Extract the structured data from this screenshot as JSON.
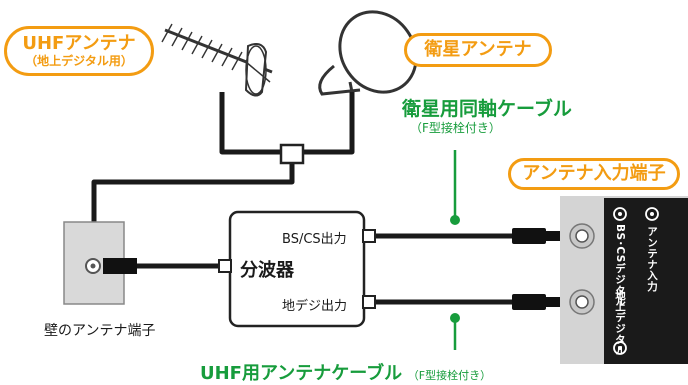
{
  "labels": {
    "uhf_antenna_title": "UHFアンテナ",
    "uhf_antenna_sub": "（地上デジタル用）",
    "sat_antenna": "衛星アンテナ",
    "sat_cable_title": "衛星用同軸ケーブル",
    "sat_cable_sub": "（F型接栓付き）",
    "antenna_input_terminal": "アンテナ入力端子",
    "wall_terminal": "壁のアンテナ端子",
    "splitter": "分波器",
    "bs_cs_out": "BS/CS出力",
    "terrestrial_out": "地デジ出力",
    "uhf_cable_title": "UHF用アンテナケーブル",
    "uhf_cable_sub": "（F型接栓付き）",
    "tv_panel_antenna_input": "アンテナ入力",
    "tv_panel_bs_cs": "BS･CSデジタル",
    "tv_panel_terrestrial": "地上デジタル"
  },
  "colors": {
    "accent_orange": "#f39c12",
    "accent_green": "#179c3c",
    "cable": "#1a1a1a",
    "panel_grey": "#d4d4d4"
  }
}
